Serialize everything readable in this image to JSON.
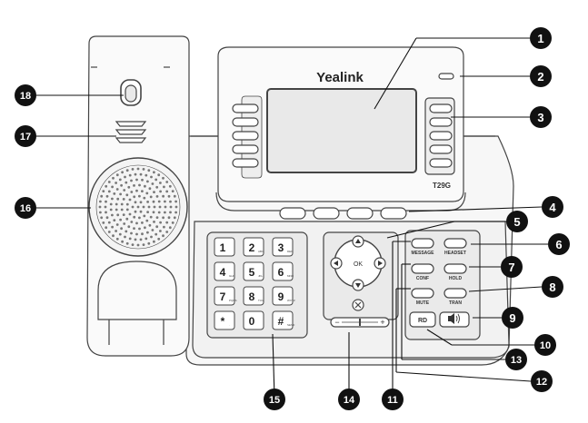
{
  "phone": {
    "brand": "Yealink",
    "model": "T29G",
    "keys": {
      "message": "MESSAGE",
      "headset": "HEADSET",
      "conf": "CONF",
      "hold": "HOLD",
      "mute": "MUTE",
      "tran": "TRAN",
      "redial": "RD",
      "ok": "OK",
      "speaker_icon": "speaker-icon"
    },
    "volume": {
      "minus": "−",
      "plus": "+"
    },
    "keypad": [
      {
        "main": "1",
        "sub": ""
      },
      {
        "main": "2",
        "sub": "ABC"
      },
      {
        "main": "3",
        "sub": "DEF"
      },
      {
        "main": "4",
        "sub": "GHI"
      },
      {
        "main": "5",
        "sub": "JKL"
      },
      {
        "main": "6",
        "sub": "MNO"
      },
      {
        "main": "7",
        "sub": "PQRS"
      },
      {
        "main": "8",
        "sub": "TUV"
      },
      {
        "main": "9",
        "sub": "WXYZ"
      },
      {
        "main": "*",
        "sub": "."
      },
      {
        "main": "0",
        "sub": ""
      },
      {
        "main": "#",
        "sub": "SEND"
      }
    ]
  },
  "callouts": [
    "1",
    "2",
    "3",
    "4",
    "5",
    "6",
    "7",
    "8",
    "9",
    "10",
    "11",
    "12",
    "13",
    "14",
    "15",
    "16",
    "17",
    "18"
  ]
}
